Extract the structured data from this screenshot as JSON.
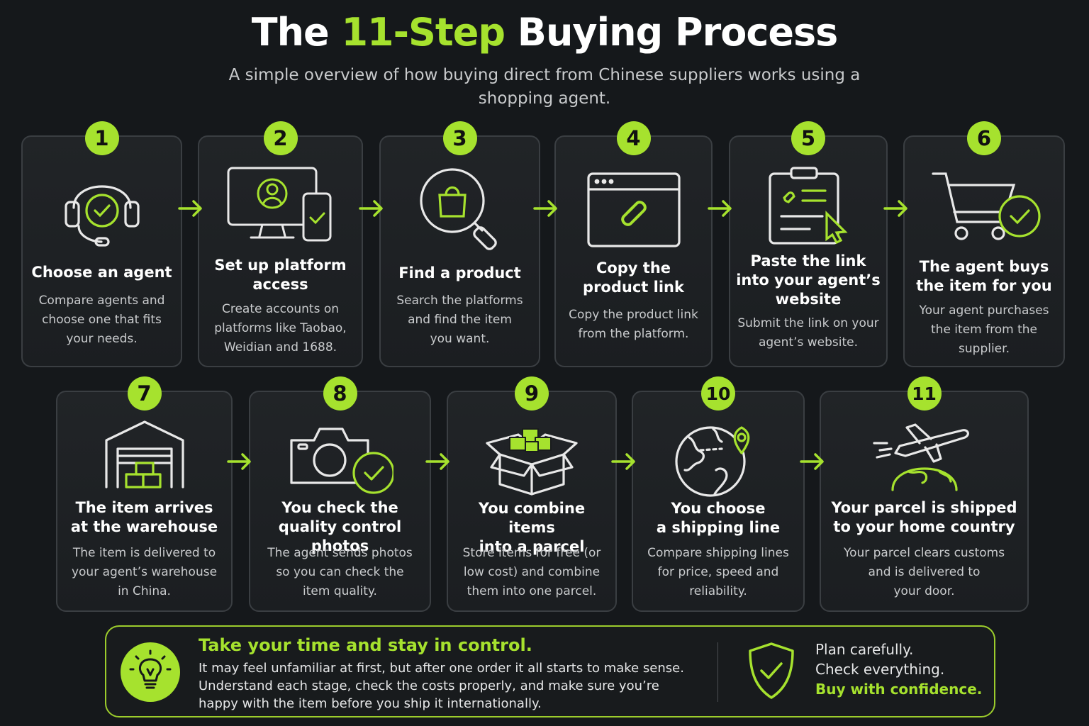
{
  "header": {
    "title_before": "The ",
    "title_accent": "11-Step",
    "title_after": " Buying Process",
    "subtitle": "A simple overview of how buying direct from Chinese suppliers works using a shopping agent."
  },
  "colors": {
    "accent": "#a6e22e",
    "background": "#15181b",
    "card_border": "#3a3e42"
  },
  "steps": [
    {
      "number": "1",
      "icon": "headset-check-icon",
      "title": "Choose an agent",
      "desc": "Compare agents and\nchoose one that fits\nyour needs."
    },
    {
      "number": "2",
      "icon": "devices-user-icon",
      "title": "Set up platform\naccess",
      "desc": "Create accounts on\nplatforms like Taobao,\nWeidian and 1688."
    },
    {
      "number": "3",
      "icon": "search-bag-icon",
      "title": "Find a product",
      "desc": "Search the platforms\nand find the item\nyou want."
    },
    {
      "number": "4",
      "icon": "browser-link-icon",
      "title": "Copy the\nproduct link",
      "desc": "Copy the product link\nfrom the platform."
    },
    {
      "number": "5",
      "icon": "clipboard-link-icon",
      "title": "Paste the link\ninto your agent’s\nwebsite",
      "desc": "Submit the link on your\nagent’s website."
    },
    {
      "number": "6",
      "icon": "cart-check-icon",
      "title": "The agent buys\nthe item for you",
      "desc": "Your agent purchases\nthe item from the\nsupplier."
    },
    {
      "number": "7",
      "icon": "warehouse-icon",
      "title": "The item arrives\nat the warehouse",
      "desc": "The item is delivered to\nyour agent’s warehouse\nin China."
    },
    {
      "number": "8",
      "icon": "camera-check-icon",
      "title": "You check the\nquality control photos",
      "desc": "The agent sends photos\nso you can check the\nitem quality."
    },
    {
      "number": "9",
      "icon": "open-box-icon",
      "title": "You combine items\ninto a parcel",
      "desc": "Store items for free (or\nlow cost) and combine\nthem into one parcel."
    },
    {
      "number": "10",
      "icon": "globe-pin-icon",
      "title": "You choose\na shipping line",
      "desc": "Compare shipping lines\nfor price, speed and\nreliability."
    },
    {
      "number": "11",
      "icon": "plane-globe-icon",
      "title": "Your parcel is shipped\nto your home country",
      "desc": "Your parcel clears customs\nand is delivered to\nyour door."
    }
  ],
  "banner": {
    "icon": "lightbulb-icon",
    "title": "Take your time and stay in control.",
    "text": "It may feel unfamiliar at first, but after one order it all starts to make sense.\nUnderstand each stage, check the costs properly, and make sure you’re\nhappy with the item before you ship it internationally.",
    "shield_icon": "shield-check-icon",
    "motto_1": "Plan carefully.",
    "motto_2": "Check everything.",
    "motto_3": "Buy with confidence."
  }
}
